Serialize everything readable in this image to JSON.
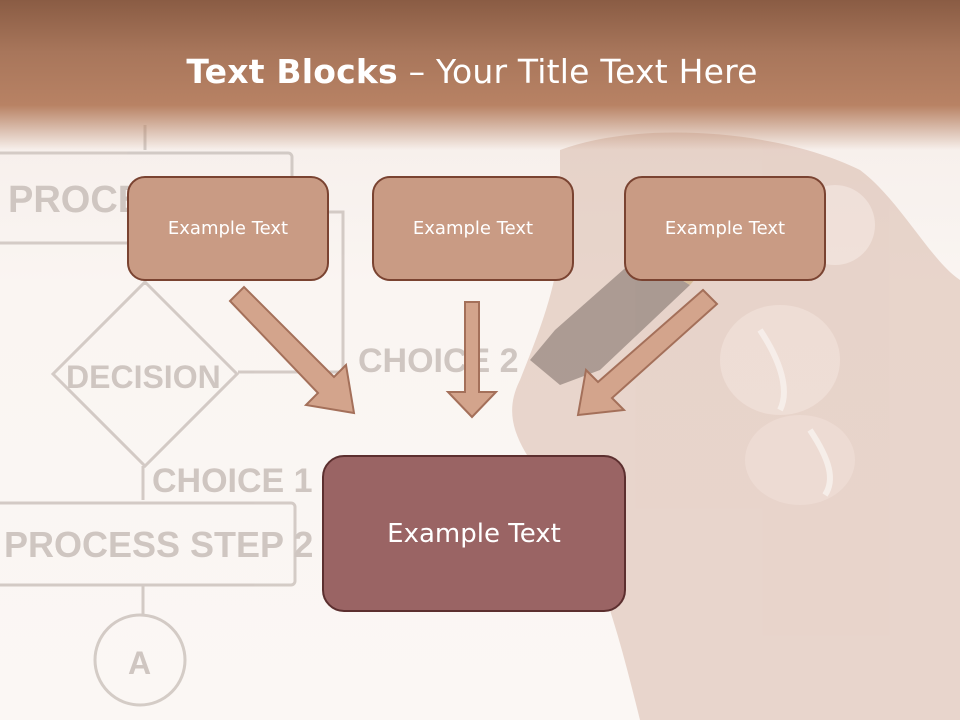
{
  "title": {
    "bold": "Text Blocks",
    "rest": " – Your Title Text Here"
  },
  "boxes": [
    {
      "label": "Example Text"
    },
    {
      "label": "Example Text"
    },
    {
      "label": "Example Text"
    }
  ],
  "main_box": {
    "label": "Example Text"
  },
  "background": {
    "sketch_labels": [
      "PROCE",
      "DECISION",
      "CHOICE 2",
      "CHOICE 1",
      "PROCESS STEP 2",
      "A"
    ]
  },
  "colors": {
    "title_bar": "#a8765b",
    "small_box_fill": "#c99b84",
    "small_box_border": "#7a4331",
    "main_box_fill": "#9a6464",
    "arrow_fill": "#d3a48c"
  }
}
